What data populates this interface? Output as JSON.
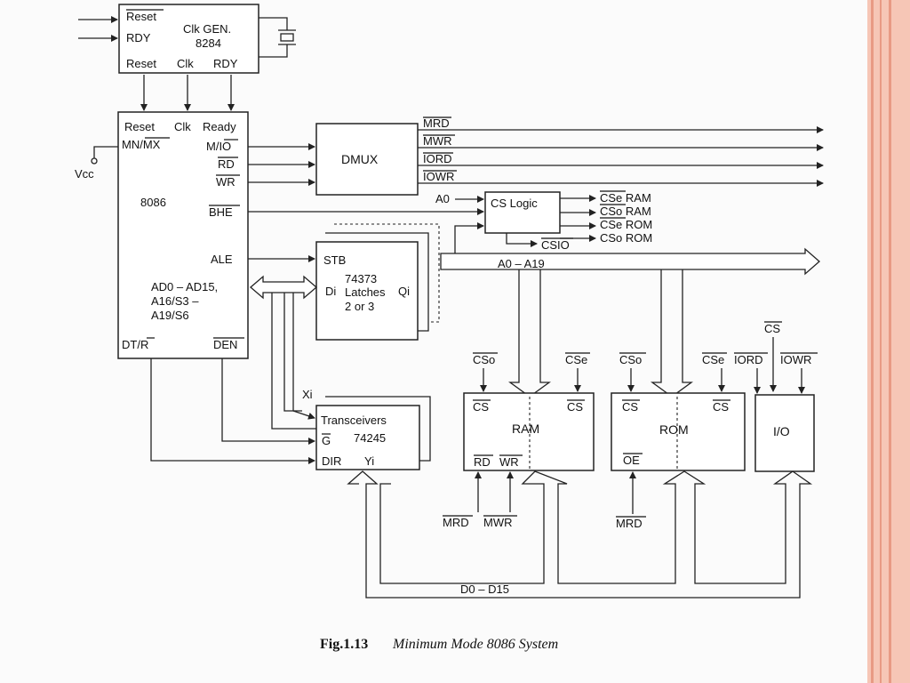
{
  "clock": {
    "inputs": [
      "Reset",
      "RDY"
    ],
    "title1": "Clk GEN.",
    "title2": "8284",
    "outputs": [
      "Reset",
      "Clk",
      "RDY"
    ]
  },
  "cpu": {
    "top_pins": [
      "Reset",
      "Clk",
      "Ready"
    ],
    "name": "8086",
    "mn_mx": "MN/MX",
    "vcc": "Vcc",
    "right_pins": [
      "M/IO",
      "RD",
      "WR",
      "BHE",
      "ALE"
    ],
    "bus_line1": "AD0 – AD15,",
    "bus_line2": "A16/S3 –",
    "bus_line3": "A19/S6",
    "dt_r": "DT/R",
    "den": "DEN"
  },
  "dmux": {
    "label": "DMUX",
    "outputs": [
      "MRD",
      "MWR",
      "IORD",
      "IOWR"
    ]
  },
  "cs_logic": {
    "a0": "A0",
    "label": "CS Logic",
    "outputs": [
      "CSe  RAM",
      "CSo  RAM",
      "CSe  ROM",
      "CSo  ROM"
    ],
    "csio": "CSIO"
  },
  "latch": {
    "stb": "STB",
    "line1": "74373",
    "line2": "Latches",
    "line3": "2 or 3",
    "di": "Di",
    "qi": "Qi"
  },
  "address_bus": "A0 – A19",
  "transceiver": {
    "xi": "Xi",
    "label": "Transceivers",
    "g": "G",
    "part": "74245",
    "dir": "DIR",
    "yi": "Yi"
  },
  "ram": {
    "label": "RAM",
    "cs_left": "CS",
    "cs_right": "CS",
    "in_left": "CSo",
    "in_right": "CSe",
    "rd": "RD",
    "wr": "WR",
    "mrd": "MRD",
    "mwr": "MWR"
  },
  "rom": {
    "label": "ROM",
    "cs_left": "CS",
    "cs_right": "CS",
    "in_left": "CSo",
    "in_right": "CSe",
    "oe": "OE",
    "mrd": "MRD"
  },
  "io": {
    "label": "I/O",
    "cs": "CS",
    "iord": "IORD",
    "iowr": "IOWR"
  },
  "data_bus": "D0 – D15",
  "caption": {
    "number": "Fig.1.13",
    "title": "Minimum Mode 8086 System"
  },
  "colors": {
    "border_light": "#f6c6b6",
    "border_dark": "#e89a84",
    "ink": "#222222"
  }
}
